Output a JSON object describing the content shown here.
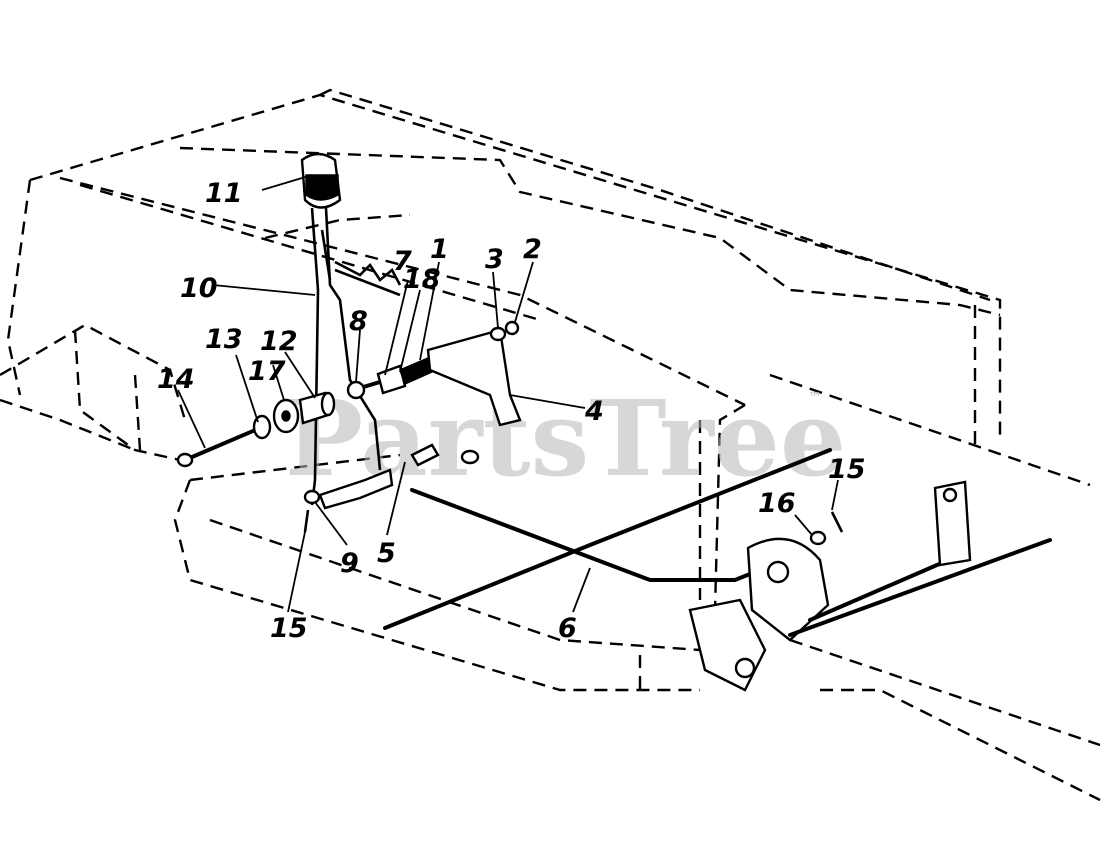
{
  "watermark": {
    "text": "PartsTree",
    "trademark": "™"
  },
  "callouts": [
    {
      "id": "c1",
      "text": "1"
    },
    {
      "id": "c2",
      "text": "2"
    },
    {
      "id": "c3",
      "text": "3"
    },
    {
      "id": "c4",
      "text": "4"
    },
    {
      "id": "c5",
      "text": "5"
    },
    {
      "id": "c6",
      "text": "6"
    },
    {
      "id": "c7",
      "text": "7"
    },
    {
      "id": "c8",
      "text": "8"
    },
    {
      "id": "c9",
      "text": "9"
    },
    {
      "id": "c10",
      "text": "10"
    },
    {
      "id": "c11",
      "text": "11"
    },
    {
      "id": "c12",
      "text": "12"
    },
    {
      "id": "c13",
      "text": "13"
    },
    {
      "id": "c14",
      "text": "14"
    },
    {
      "id": "c15a",
      "text": "15"
    },
    {
      "id": "c15b",
      "text": "15"
    },
    {
      "id": "c16",
      "text": "16"
    },
    {
      "id": "c17",
      "text": "17"
    },
    {
      "id": "c18",
      "text": "18"
    }
  ]
}
